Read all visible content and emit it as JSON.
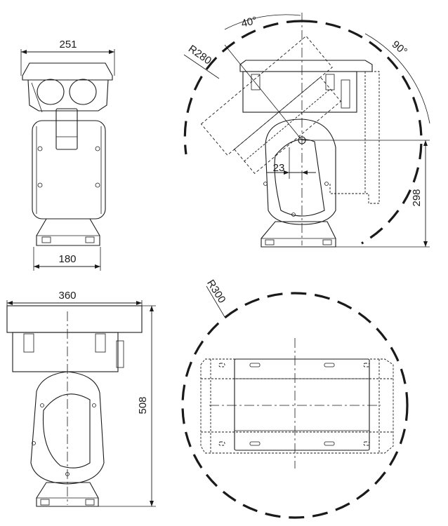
{
  "views": {
    "front_top": {
      "width_label": "251",
      "base_label": "180"
    },
    "side_tilt": {
      "radius_label": "R280",
      "tilt_up_label": "40°",
      "tilt_down_label": "90°",
      "offset_label": "23",
      "height_label": "298"
    },
    "front_bottom": {
      "width_label": "360",
      "height_label": "508"
    },
    "top_view": {
      "radius_label": "R300"
    }
  },
  "colors": {
    "line": "#1a1a1a",
    "background": "#ffffff"
  }
}
